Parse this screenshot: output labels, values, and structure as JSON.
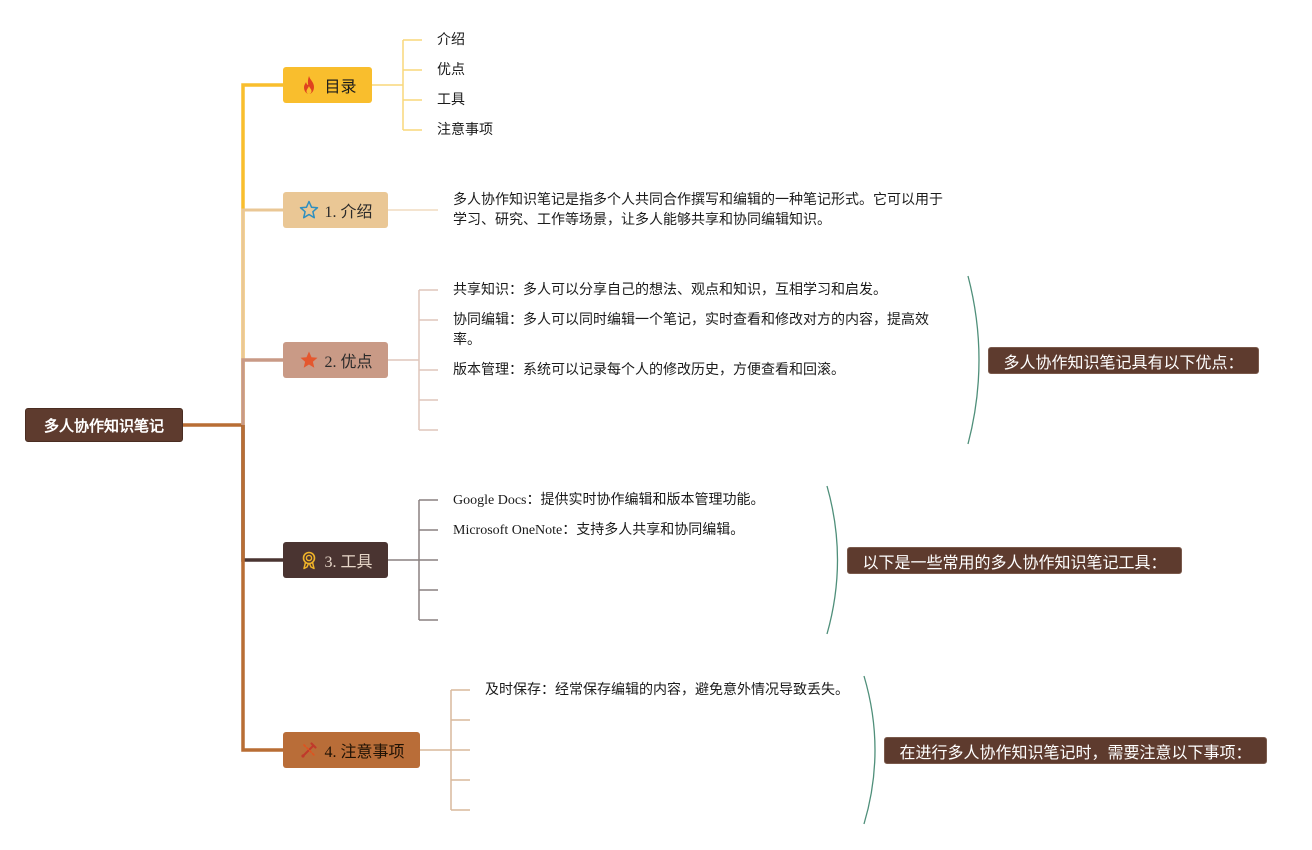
{
  "root": {
    "label": "多人协作知识笔记"
  },
  "toc": {
    "label": "目录",
    "icon": "flame-icon",
    "color": "#f9be2d",
    "items": [
      "介绍",
      "优点",
      "工具",
      "注意事项"
    ]
  },
  "intro": {
    "label": "1. 介绍",
    "icon": "star-outline-icon",
    "color": "#eac795",
    "text": "多人协作知识笔记是指多个人共同合作撰写和编辑的一种笔记形式。它可以用于学习、研究、工作等场景，让多人能够共享和协同编辑知识。"
  },
  "advantages": {
    "label": "2. 优点",
    "icon": "star-filled-icon",
    "color": "#c99a86",
    "items": [
      "共享知识：多人可以分享自己的想法、观点和知识，互相学习和启发。",
      "协同编辑：多人可以同时编辑一个笔记，实时查看和修改对方的内容，提高效率。",
      "版本管理：系统可以记录每个人的修改历史，方便查看和回滚。"
    ],
    "summary": "多人协作知识笔记具有以下优点："
  },
  "tools": {
    "label": "3. 工具",
    "icon": "award-medal-icon",
    "color": "#4a3431",
    "items": [
      "Google Docs：提供实时协作编辑和版本管理功能。",
      "Microsoft OneNote：支持多人共享和协同编辑。"
    ],
    "summary": "以下是一些常用的多人协作知识笔记工具："
  },
  "notes": {
    "label": "4. 注意事项",
    "icon": "tools-icon",
    "color": "#b96d38",
    "items": [
      "及时保存：经常保存编辑的内容，避免意外情况导致丢失。"
    ],
    "summary": "在进行多人协作知识笔记时，需要注意以下事项："
  }
}
